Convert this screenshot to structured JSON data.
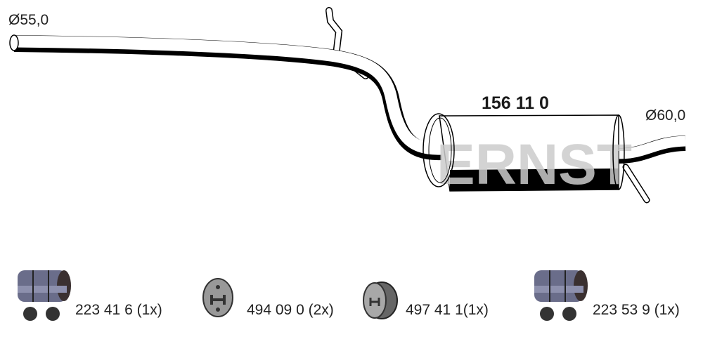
{
  "part_number": "156 11 0",
  "diameters": {
    "inlet": "Ø55,0",
    "outlet": "Ø60,0"
  },
  "watermark": "ERNST",
  "accessories": [
    {
      "label": "223 41 6 (1x)",
      "icon": "pipe-clamp-icon"
    },
    {
      "label": "494 09 0 (2x)",
      "icon": "rubber-hanger-icon"
    },
    {
      "label": "497 41 1(1x)",
      "icon": "rubber-ring-hanger-icon"
    },
    {
      "label": "223 53 9 (1x)",
      "icon": "pipe-clamp-icon"
    }
  ]
}
